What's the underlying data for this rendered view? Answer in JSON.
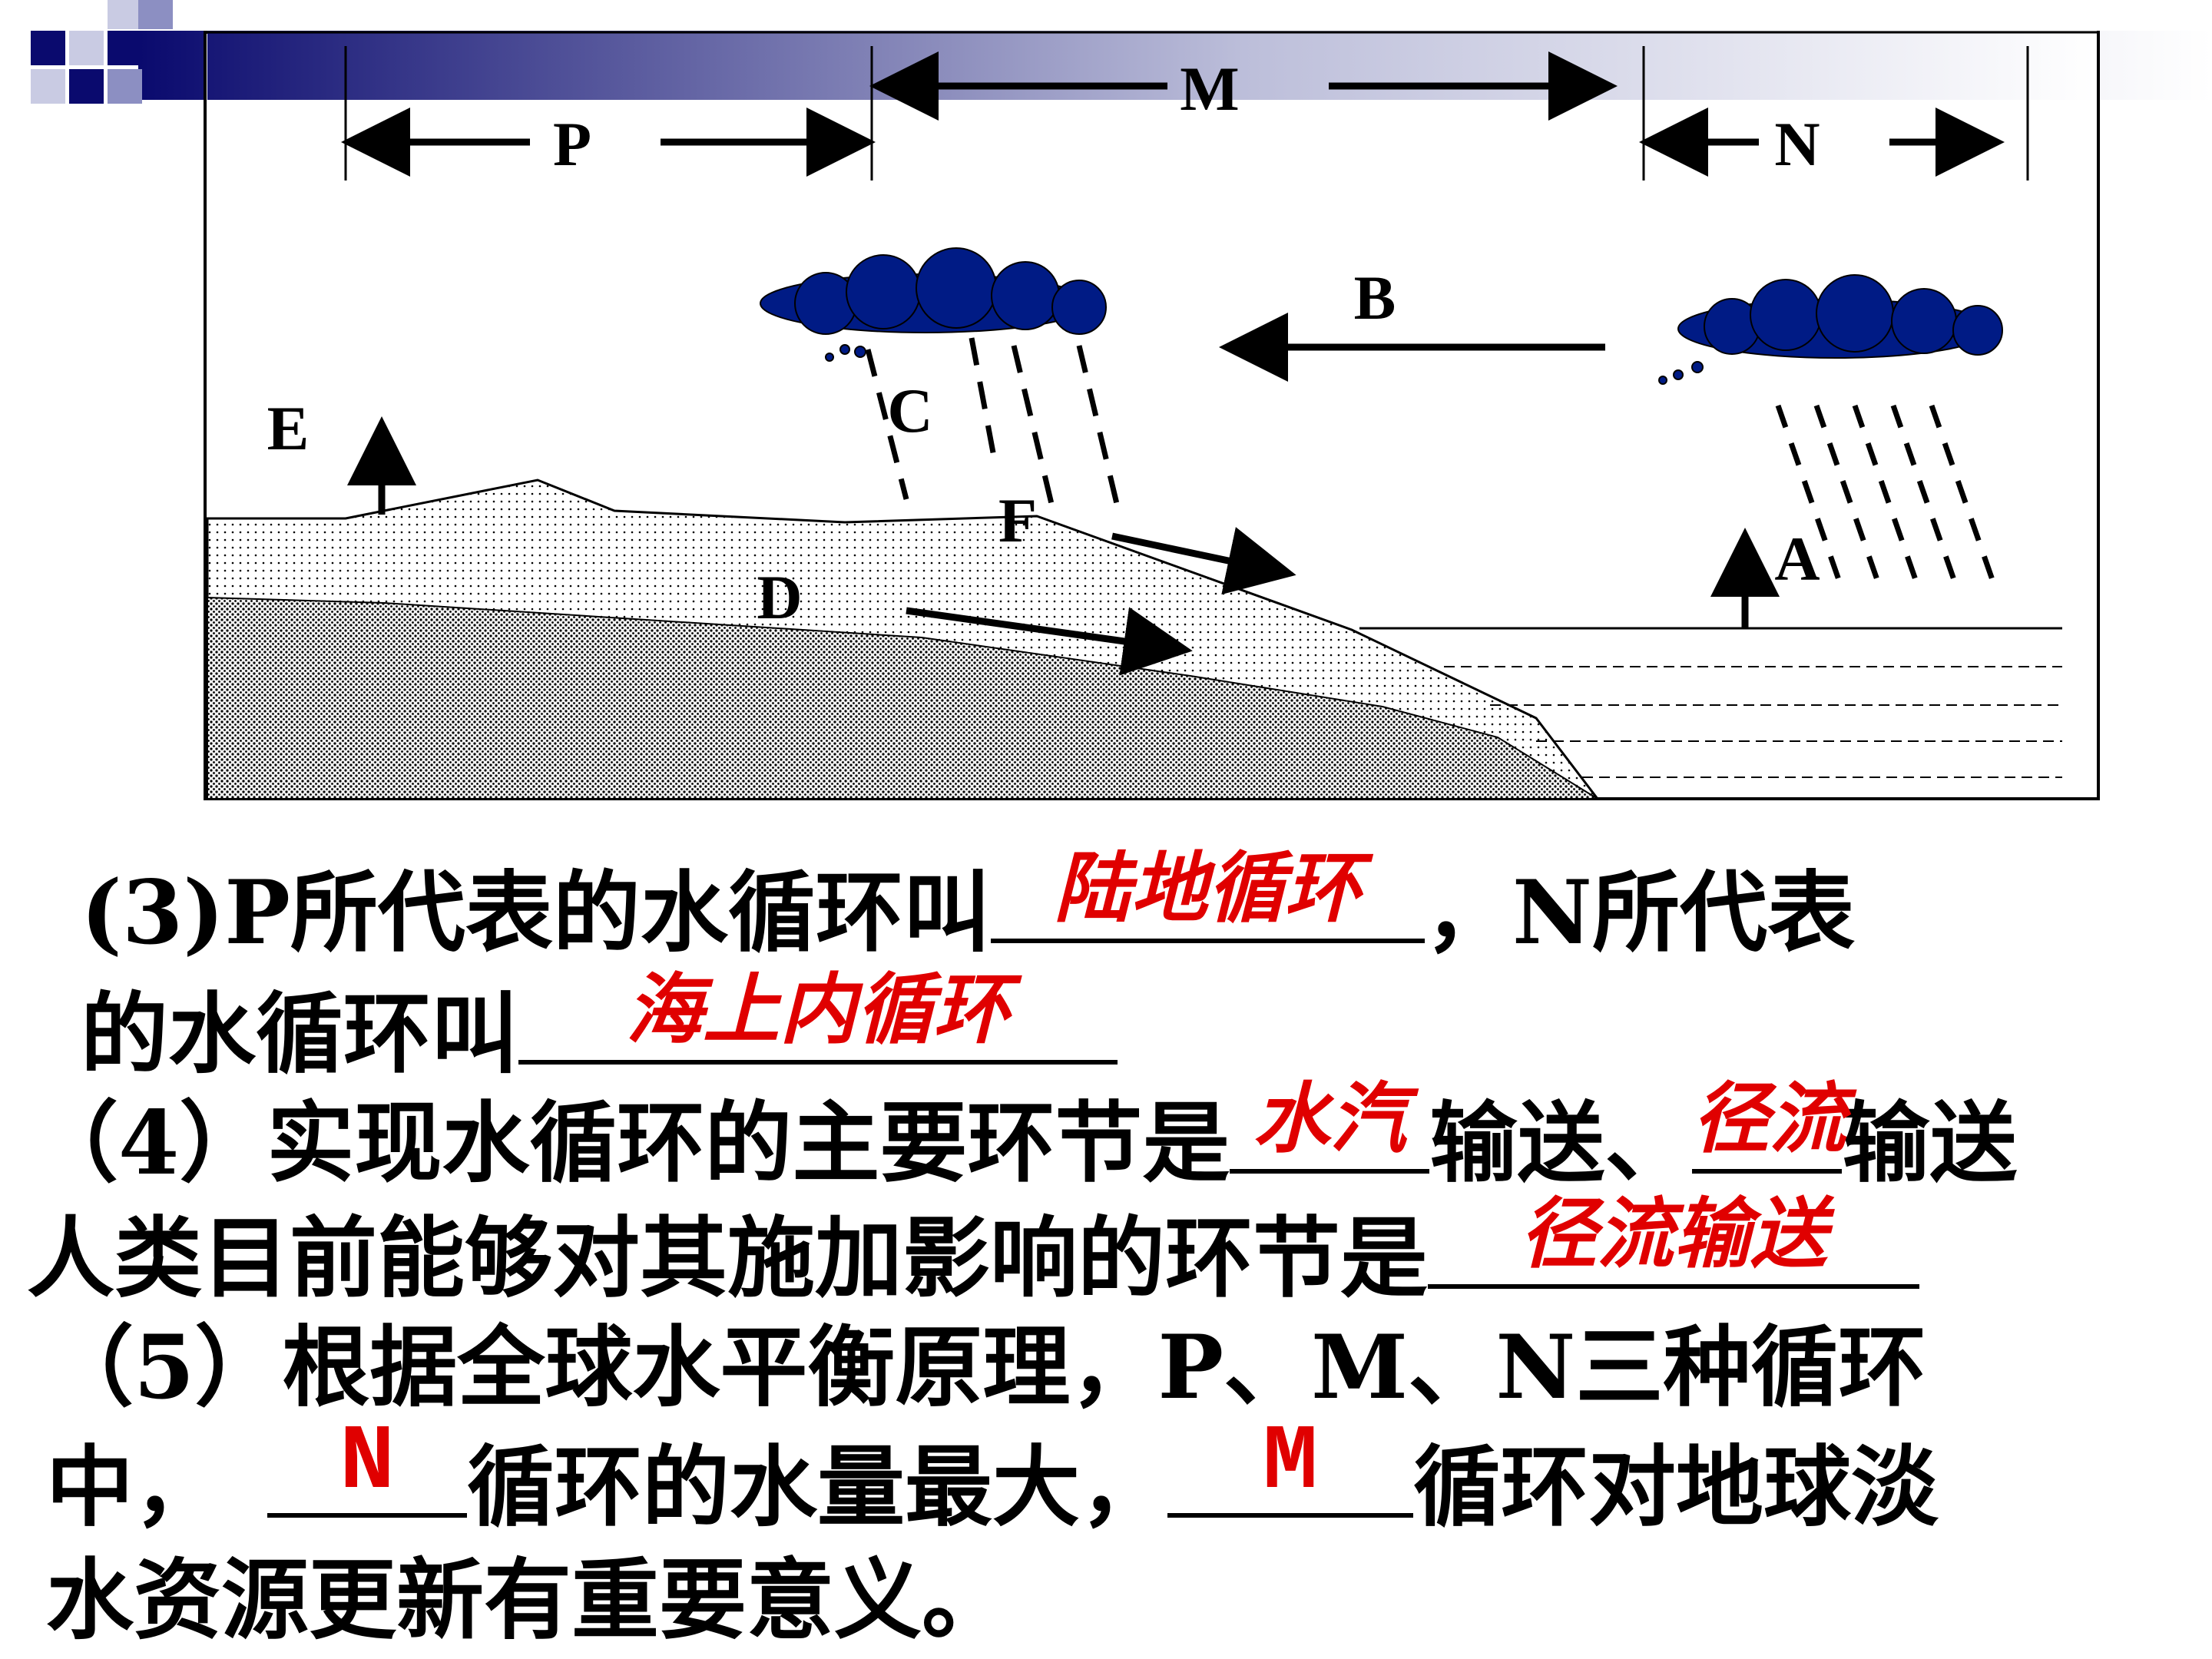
{
  "diagram": {
    "range_labels": {
      "P": "P",
      "M": "M",
      "N": "N"
    },
    "process_labels": {
      "A": "A",
      "B": "B",
      "C": "C",
      "D": "D",
      "E": "E",
      "F": "F"
    },
    "colors": {
      "cloud": "#001b85",
      "answer": "#e00000",
      "header_dark": "#0a0a6e"
    }
  },
  "questions": {
    "q3": {
      "line1_prefix": "(3)P所代表的水循环叫",
      "answer1": "陆地循环",
      "line1_suffix": "，N所代表",
      "line2_prefix": "的水循环叫",
      "answer2": "海上内循环"
    },
    "q4": {
      "line1_prefix": "（4）实现水循环的主要环节是",
      "answer1": "水汽",
      "mid": "输送、",
      "answer2": "径流",
      "line1_suffix": "输送",
      "line2_prefix": "人类目前能够对其施加影响的环节是",
      "answer3": "径流输送"
    },
    "q5": {
      "line1": "（5）根据全球水平衡原理，P、M、N三种循环",
      "line2_prefix": "中，",
      "answer1": "N",
      "line2_mid": "循环的水量最大，",
      "answer2": "M",
      "line2_suffix": "循环对地球淡",
      "line3": "水资源更新有重要意义。"
    }
  }
}
